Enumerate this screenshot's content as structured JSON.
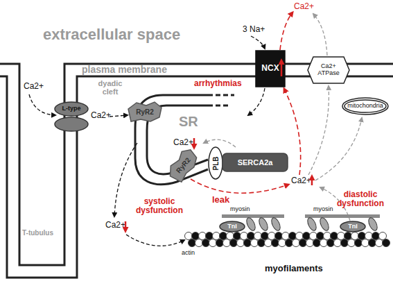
{
  "diagram": {
    "nodes": [
      {
        "text": [
          "NCX"
        ]
      },
      {
        "text": [
          "Ca2+ ATPase"
        ]
      },
      {
        "text": [
          "mitochondria"
        ]
      },
      {
        "text": [
          "L-type"
        ]
      },
      {
        "text": [
          "RyR2"
        ]
      },
      {
        "text": [
          "RyR2"
        ]
      },
      {
        "text": [
          "PLB"
        ]
      },
      {
        "text": [
          "SERCA2a"
        ]
      },
      {
        "text": [
          "TnI"
        ]
      },
      {
        "text": [
          "TnI"
        ]
      }
    ],
    "labels": [
      "extracellular space",
      "plasma membrane",
      "Ca2+",
      "3 Na+",
      "Ca2+",
      "dyadic cleft",
      "Ca2+",
      "SR",
      "arrhythmias",
      "Ca2+",
      "Ca2+",
      "leak",
      "systolic dysfunction",
      "Ca2+",
      "diastolic dysfunction",
      "T-tubulus",
      "myosin",
      "myosin",
      "actin",
      "myofilaments"
    ]
  }
}
